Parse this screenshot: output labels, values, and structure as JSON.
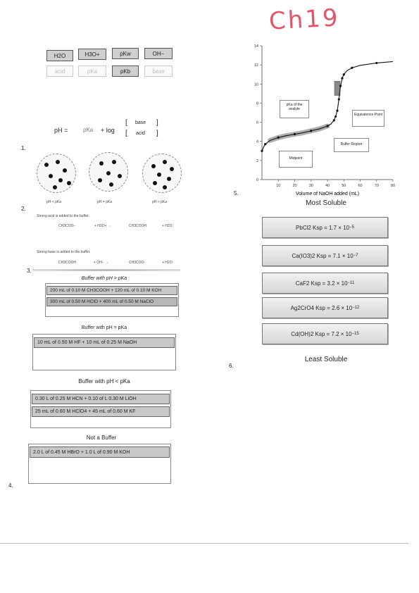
{
  "handwriting": "Ch19",
  "tiles_row1": [
    "H2O",
    "H3O+",
    "pKw",
    "OH−"
  ],
  "tiles_row2": [
    "acid",
    "pKa",
    "pKb",
    "base"
  ],
  "equation": {
    "lhs": "pH =",
    "pka": "pKa",
    "log": "+ log",
    "numerator": "base",
    "denominator": "acid"
  },
  "question_numbers": {
    "q1": "1.",
    "q2": "2.",
    "q3": "3.",
    "q4": "4.",
    "q5": "5.",
    "q6": "6."
  },
  "beaker_labels": [
    "pH < pKa",
    "pH = pKa",
    "pH > pKa"
  ],
  "buffer_acid": {
    "caption": "Strong acid is added to the buffer.",
    "reactant1": "CH3COO−",
    "reactant2": "+ H3O+ →",
    "product1": "CH3COOH",
    "product2": "+ H2O"
  },
  "buffer_base": {
    "caption": "Strong base is added to the buffer.",
    "reactant1": "CH3COOH",
    "reactant2": "+ OH− →",
    "product1": "CH3COO−",
    "product2": "+ H2O"
  },
  "groups": [
    {
      "heading": "Buffer with pH > pKa",
      "items": [
        "200 mL of 0.10 M CH3COOH + 120 mL of 0.10 M KOH",
        "300 mL of 0.50 M HClO + 400 mL of 0.50 M NaClO"
      ]
    },
    {
      "heading": "Buffer with pH = pKa",
      "items": [
        "10 mL of 0.50 M HF + 10 mL of 0.25 M NaOH"
      ]
    },
    {
      "heading": "Buffer with pH < pKa",
      "items": [
        "0.30 L of 0.25 M HCN + 0.10 of L 0.30 M LiOH",
        "25 mL of 0.60 M HClO4 + 45 mL of 0.60 M KF"
      ]
    },
    {
      "heading": "Not a Buffer",
      "items": [
        "2.0 L of 0.45 M HBrO + 1.0 L of 0.90 M KOH"
      ]
    }
  ],
  "titration": {
    "xlabel": "Volume of NaOH added (mL)",
    "labels": {
      "pka": "pKa of the analyte",
      "equiv": "Equivalence Point",
      "buffer": "Buffer Region",
      "midpoint": "Midpoint"
    }
  },
  "chart_data": {
    "type": "line",
    "title": "",
    "xlabel": "Volume of NaOH added (mL)",
    "ylabel": "",
    "xlim": [
      0,
      80
    ],
    "ylim": [
      0,
      14
    ],
    "x_ticks": [
      10,
      20,
      30,
      40,
      50,
      60,
      70,
      80
    ],
    "y_ticks": [
      0,
      2,
      4,
      6,
      8,
      10,
      12,
      14
    ],
    "series": [
      {
        "x": [
          0,
          1,
          2,
          5,
          10,
          15,
          20,
          25,
          30,
          35,
          40,
          42,
          44,
          45,
          46,
          47,
          48,
          49,
          50,
          52,
          55,
          60,
          70,
          80
        ],
        "y": [
          3.0,
          3.4,
          3.7,
          4.1,
          4.4,
          4.6,
          4.75,
          4.9,
          5.1,
          5.3,
          5.6,
          5.8,
          6.2,
          6.6,
          7.2,
          8.4,
          9.8,
          10.6,
          11.0,
          11.4,
          11.7,
          11.95,
          12.2,
          12.35
        ]
      }
    ],
    "grid": false
  },
  "solubility": {
    "most": "Most Soluble",
    "least": "Least Soluble",
    "items": [
      {
        "formula": "PbCl2 Ksp = 1.7 × 10",
        "exp": "−5"
      },
      {
        "formula": "Ca(IO3)2 Ksp = 7.1 × 10",
        "exp": "−7"
      },
      {
        "formula": "CaF2 Ksp = 3.2 × 10",
        "exp": "−11"
      },
      {
        "formula": "Ag2CrO4 Ksp = 2.6 × 10",
        "exp": "−12"
      },
      {
        "formula": "Cd(OH)2 Ksp = 7.2 × 10",
        "exp": "−15"
      }
    ]
  }
}
